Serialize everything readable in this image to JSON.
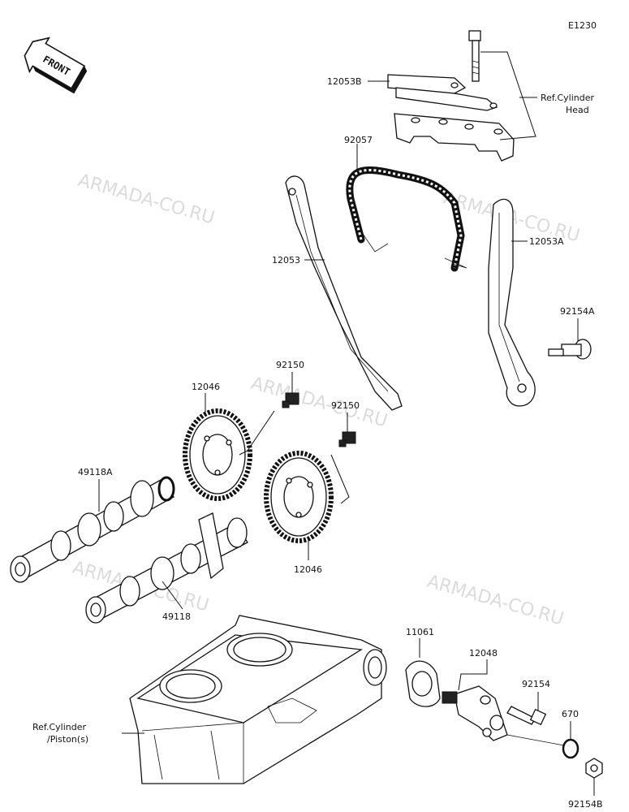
{
  "diagram_code": "E1230",
  "front_badge": "FRONT",
  "watermark": "ARMADA-CO.RU",
  "labels": {
    "p12053B": "12053B",
    "ref_cyl_head_1": "Ref.Cylinder",
    "ref_cyl_head_2": "Head",
    "p92057": "92057",
    "p12053A": "12053A",
    "p12053": "12053",
    "p92154A": "92154A",
    "p92150a": "92150",
    "p92150b": "92150",
    "p12046a": "12046",
    "p12046b": "12046",
    "p49118A": "49118A",
    "p49118": "49118",
    "p11061": "11061",
    "p12048": "12048",
    "p92154": "92154",
    "p670": "670",
    "p92154B": "92154B",
    "ref_cyl_piston_1": "Ref.Cylinder",
    "ref_cyl_piston_2": "/Piston(s)"
  }
}
